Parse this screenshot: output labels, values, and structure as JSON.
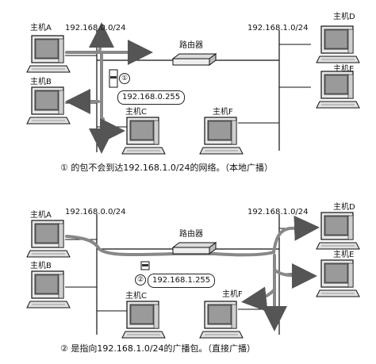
{
  "panel1": {
    "net_left": "192.168.0.0/24",
    "net_right": "192.168.1.0/24",
    "router": "路由器",
    "host_a": "主机A",
    "host_b": "主机B",
    "host_c": "主机C",
    "host_d": "主机D",
    "host_e": "主机E",
    "host_f": "主机F",
    "marker": "①",
    "broadcast_addr": "192.168.0.255",
    "caption": "① 的包不会到达192.168.1.0/24的网络。（本地广播）"
  },
  "panel2": {
    "net_left": "192.168.0.0/24",
    "net_right": "192.168.1.0/24",
    "router": "路由器",
    "host_a": "主机A",
    "host_b": "主机B",
    "host_c": "主机C",
    "host_d": "主机D",
    "host_e": "主机E",
    "host_f": "主机F",
    "marker": "②",
    "broadcast_addr": "192.168.1.255",
    "caption": "② 是指向192.168.1.0/24的广播包。（直接广播）"
  }
}
